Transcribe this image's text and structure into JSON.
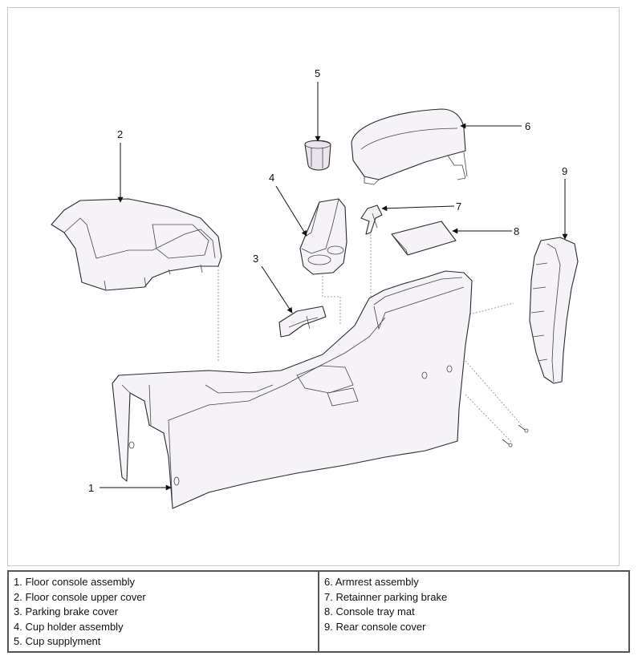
{
  "diagram": {
    "callouts": [
      "1",
      "2",
      "3",
      "4",
      "5",
      "6",
      "7",
      "8",
      "9"
    ]
  },
  "legend": {
    "left": [
      "1. Floor console assembly",
      "2. Floor console upper cover",
      "3. Parking brake cover",
      "4. Cup holder assembly",
      "5. Cup supplyment"
    ],
    "right": [
      "6. Armrest assembly",
      "7. Retainner parking brake",
      "8. Console tray mat",
      "9. Rear console cover"
    ]
  },
  "colors": {
    "part_fill": "#f6f3f8",
    "line": "#2a2a2a",
    "border": "#555555"
  }
}
